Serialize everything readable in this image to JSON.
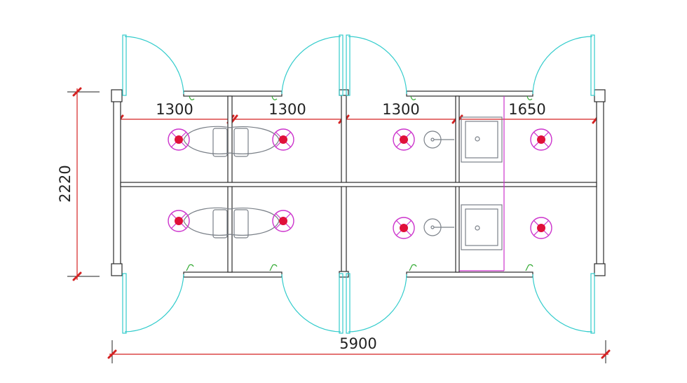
{
  "drawing": {
    "dimensions": {
      "segment_1": "1300",
      "segment_2": "1300",
      "segment_3": "1300",
      "segment_4": "1650",
      "overall_width": "5900",
      "overall_depth": "2220"
    },
    "colors": {
      "wall": "#2b2b2b",
      "door": "#33cccc",
      "dimension": "#d42222",
      "light_ring": "#cc33cc",
      "light_center": "#e0103a",
      "fixture": "#7a8088",
      "hook": "#33aa33",
      "partition": "#cc33cc"
    },
    "symbols": [
      "light-fixture-icon",
      "toilet-icon",
      "sink-icon",
      "door-swing-icon",
      "hook-icon"
    ]
  }
}
